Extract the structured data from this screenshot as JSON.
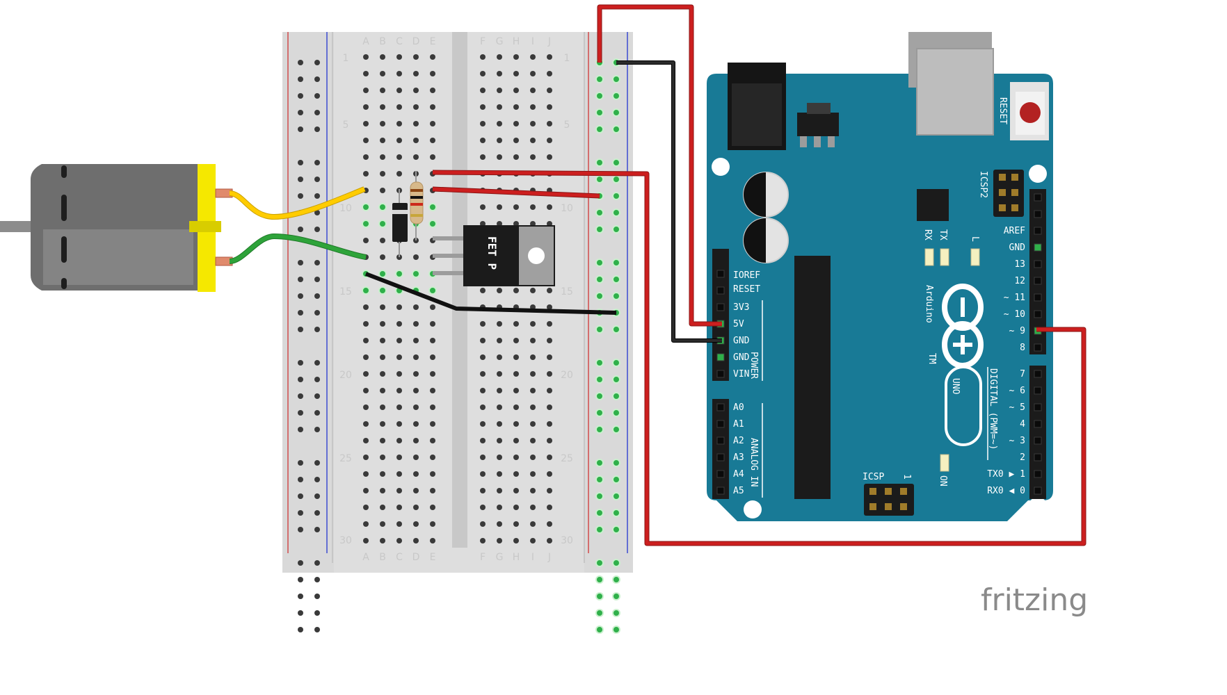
{
  "breadboard": {
    "columns_left": [
      "A",
      "B",
      "C",
      "D",
      "E"
    ],
    "columns_right": [
      "F",
      "G",
      "H",
      "I",
      "J"
    ],
    "row_numbers": [
      "1",
      "5",
      "10",
      "15",
      "20",
      "25",
      "30"
    ]
  },
  "arduino": {
    "reset_label": "RESET",
    "icsp2_label": "ICSP2",
    "icsp_label": "ICSP",
    "icsp_pin1": "1",
    "led_tx": "TX",
    "led_rx": "RX",
    "led_l": "L",
    "led_on": "ON",
    "brand": "Arduino",
    "tm": "TM",
    "model": "UNO",
    "digital_header_label": "DIGITAL (PWM=~)",
    "power_header_label": "POWER",
    "analog_header_label": "ANALOG IN",
    "power_pins": [
      "IOREF",
      "RESET",
      "3V3",
      "5V",
      "GND",
      "GND",
      "VIN"
    ],
    "analog_pins": [
      "A0",
      "A1",
      "A2",
      "A3",
      "A4",
      "A5"
    ],
    "digital_upper_pins": [
      "AREF",
      "GND",
      "13",
      "12",
      "~ 11",
      "~ 10",
      "~ 9",
      "8"
    ],
    "digital_lower_pins": [
      "7",
      "~ 6",
      "~ 5",
      "4",
      "~ 3",
      "2",
      "TX0 ▶ 1",
      "RX0 ◀ 0"
    ]
  },
  "mosfet": {
    "label": "FET P"
  },
  "watermark": "fritzing",
  "colors": {
    "wire_red": "#cc1f1f",
    "wire_black": "#222222",
    "wire_yellow": "#ffcc00",
    "wire_green": "#2ea33a",
    "board_teal": "#187a96",
    "motor_yellow": "#f5e800",
    "motor_gray": "#707070",
    "breadboard": "#d9d9d9"
  }
}
